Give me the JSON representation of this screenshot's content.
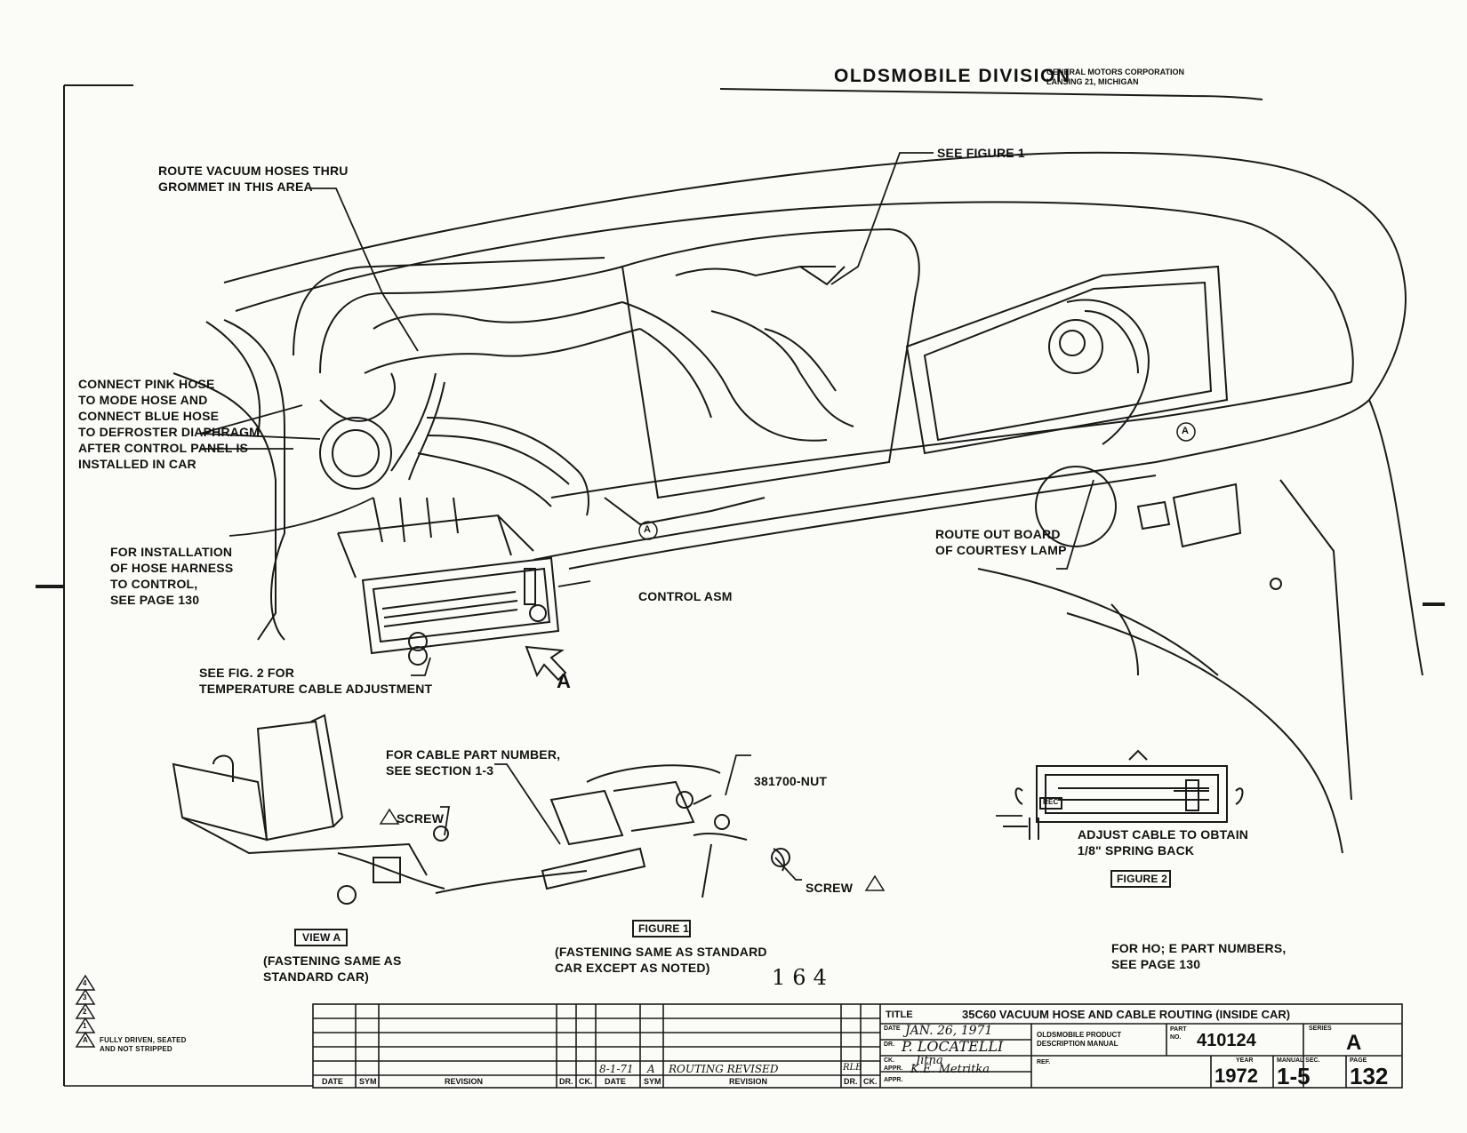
{
  "header": {
    "division": "OLDSMOBILE DIVISION",
    "corporation": "GENERAL MOTORS CORPORATION\nLANSING 21, MICHIGAN"
  },
  "callouts": {
    "route_vacuum": "ROUTE VACUUM HOSES THRU\nGROMMET IN THIS AREA",
    "see_figure_1": "SEE FIGURE 1",
    "connect_pink": "CONNECT PINK HOSE\nTO MODE HOSE AND\nCONNECT BLUE HOSE\nTO DEFROSTER DIAPHRAGM\nAFTER CONTROL PANEL IS\nINSTALLED IN CAR",
    "installation": "FOR INSTALLATION\nOF HOSE HARNESS\nTO CONTROL,\nSEE PAGE 130",
    "control_asm": "CONTROL ASM",
    "route_out": "ROUTE OUT BOARD\nOF COURTESY LAMP",
    "see_fig2": "SEE FIG. 2 FOR\nTEMPERATURE CABLE ADJUSTMENT",
    "view_arrow": "A",
    "marker_a": "A",
    "cable_part": "FOR CABLE PART NUMBER,\nSEE SECTION 1-3",
    "nut": "381700-NUT",
    "screw_left": "SCREW",
    "screw_right": "SCREW",
    "adjust_cable": "ADJUST CABLE TO OBTAIN\n1/8\" SPRING BACK",
    "spring_tag": "REC",
    "view_a_box": "VIEW A",
    "view_a_note": "(FASTENING SAME AS\nSTANDARD CAR)",
    "figure1_box": "FIGURE 1",
    "figure1_note": "(FASTENING SAME AS STANDARD\nCAR EXCEPT AS NOTED)",
    "figure2_box": "FIGURE 2",
    "hose_parts": "FOR HO; E PART NUMBERS,\nSEE PAGE 130",
    "page_number": "1 6 4"
  },
  "notes": {
    "triangles": [
      "4",
      "3",
      "2",
      "1"
    ],
    "note_a": "A",
    "note_text": "FULLY DRIVEN, SEATED\nAND NOT STRIPPED"
  },
  "revision_block": {
    "headers": {
      "date": "DATE",
      "sym": "SYM",
      "revision": "REVISION",
      "dr": "DR.",
      "ck": "CK."
    },
    "entry": {
      "date": "8-1-71",
      "sym": "A",
      "revision": "ROUTING REVISED",
      "dr": "RLB"
    }
  },
  "title_block": {
    "title_label": "TITLE",
    "title": "35C60 VACUUM HOSE AND CABLE ROUTING (INSIDE CAR)",
    "date_label": "DATE",
    "date": "JAN. 26, 1971",
    "dr_label": "DR.",
    "drafter": "P. LOCATELLI",
    "ck_label": "CK.",
    "checker": "Jitna",
    "appr_label": "APPR.",
    "approver": "K.E. Metritka",
    "appr2_label": "APPR.",
    "product_manual": "OLDSMOBILE PRODUCT\nDESCRIPTION MANUAL",
    "ref_label": "REF.",
    "part_no_label": "PART\nNO.",
    "part_no": "410124",
    "series_label": "SERIES",
    "series": "A",
    "year_label": "YEAR",
    "year": "1972",
    "manual_sec_label": "MANUAL SEC.",
    "manual_sec": "1-5",
    "page_label": "PAGE",
    "page": "132"
  }
}
